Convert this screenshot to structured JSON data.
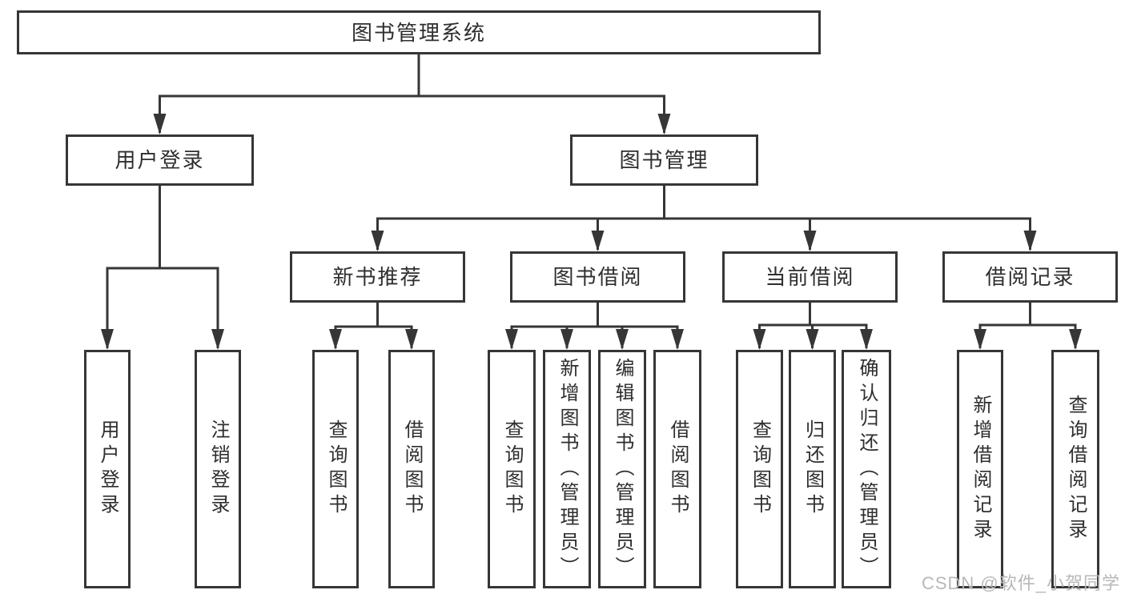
{
  "tree": {
    "root": {
      "label": "图书管理系统"
    },
    "branches": [
      {
        "label": "用户登录",
        "children": [
          {
            "label": "用户登录"
          },
          {
            "label": "注销登录"
          }
        ]
      },
      {
        "label": "图书管理",
        "children": [
          {
            "label": "新书推荐",
            "children": [
              {
                "label": "查询图书"
              },
              {
                "label": "借阅图书"
              }
            ]
          },
          {
            "label": "图书借阅",
            "children": [
              {
                "label": "查询图书"
              },
              {
                "label": "新增图书（管理员）"
              },
              {
                "label": "编辑图书（管理员）"
              },
              {
                "label": "借阅图书"
              }
            ]
          },
          {
            "label": "当前借阅",
            "children": [
              {
                "label": "查询图书"
              },
              {
                "label": "归还图书"
              },
              {
                "label": "确认归还（管理员）"
              }
            ]
          },
          {
            "label": "借阅记录",
            "children": [
              {
                "label": "新增借阅记录"
              },
              {
                "label": "查询借阅记录"
              }
            ]
          }
        ]
      }
    ]
  },
  "watermark": {
    "text": "CSDN @软件_小贺同学",
    "color": "#b8b8b8"
  },
  "colors": {
    "line": "#363636",
    "text": "#2e2e2e",
    "background": "#ffffff"
  }
}
